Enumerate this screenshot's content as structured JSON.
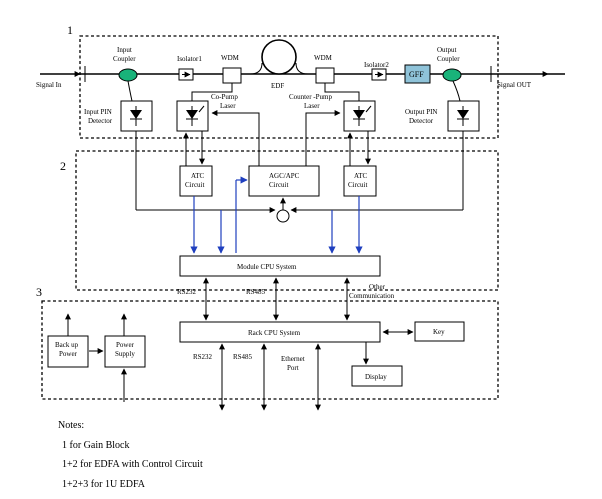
{
  "sections": [
    "1",
    "2",
    "3"
  ],
  "components": {
    "signal_in": "Signal In",
    "signal_out": "Signal OUT",
    "input_coupler": [
      "Input",
      "Coupler"
    ],
    "isolator1": "Isolator1",
    "wdm1": "WDM",
    "edf": "EDF",
    "wdm2": "WDM",
    "isolator2": "Isolator2",
    "gff": "GFF",
    "output_coupler": [
      "Output",
      "Coupler"
    ],
    "input_pin": [
      "Input PIN",
      "Detector"
    ],
    "co_pump": [
      "Co-Pump",
      "Laser"
    ],
    "counter_pump": [
      "Counter -Pump",
      "Laser"
    ],
    "output_pin": [
      "Output PIN",
      "Detector"
    ],
    "atc1": [
      "ATC",
      "Circuit"
    ],
    "agc": [
      "AGC/APC",
      "Circuit"
    ],
    "atc2": [
      "ATC",
      "Circuit"
    ],
    "module_cpu": "Module CPU System",
    "rs232_top": "RS232",
    "rs485_top": "RS485",
    "other_comm": [
      "Other",
      "Communication"
    ],
    "rack_cpu": "Rack CPU System",
    "key": "Key",
    "backup_power": [
      "Back up",
      "Power"
    ],
    "power_supply": [
      "Power",
      "Supply"
    ],
    "rs232_bottom": "RS232",
    "rs485_bottom": "RS485",
    "ethernet": [
      "Ethernet",
      "Port"
    ],
    "display": "Display"
  },
  "notes": {
    "title": "Notes:",
    "items": [
      "1 for Gain Block",
      "1+2 for EDFA with Control Circuit",
      "1+2+3 for 1U EDFA"
    ]
  },
  "colors": {
    "coupler": "#19b37a",
    "gff": "#8fc3d9",
    "control_arrow": "#1f3fbf"
  }
}
